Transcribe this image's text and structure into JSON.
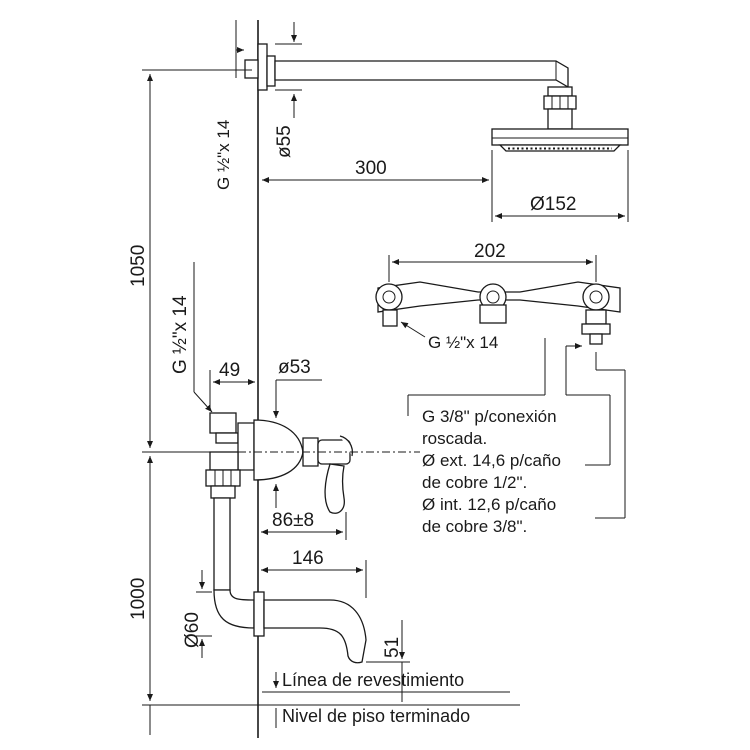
{
  "dimensions": {
    "head_height_total": "1050",
    "mixer_height": "1000",
    "arm_length": "300",
    "flange_diameter": "ø55",
    "head_diameter": "Ø152",
    "connector_spacing": "202",
    "thread_top": "G ½\"x 14",
    "thread_mid": "G ½\"x 14",
    "thread_bar": "G ½\"x 14",
    "inlet_offset": "49",
    "escutcheon_diameter": "ø53",
    "handle_depth": "86±8",
    "spout_reach": "146",
    "spout_flange": "Ø60",
    "spout_drop": "51"
  },
  "note_lines": [
    "G 3/8\" p/conexión",
    "roscada.",
    "Ø ext. 14,6 p/caño",
    "de cobre 1/2\".",
    "Ø int. 12,6 p/caño",
    "de cobre 3/8\"."
  ],
  "labels": {
    "finish_line": "Línea de revestimiento",
    "floor_line": "Nivel de piso terminado"
  }
}
